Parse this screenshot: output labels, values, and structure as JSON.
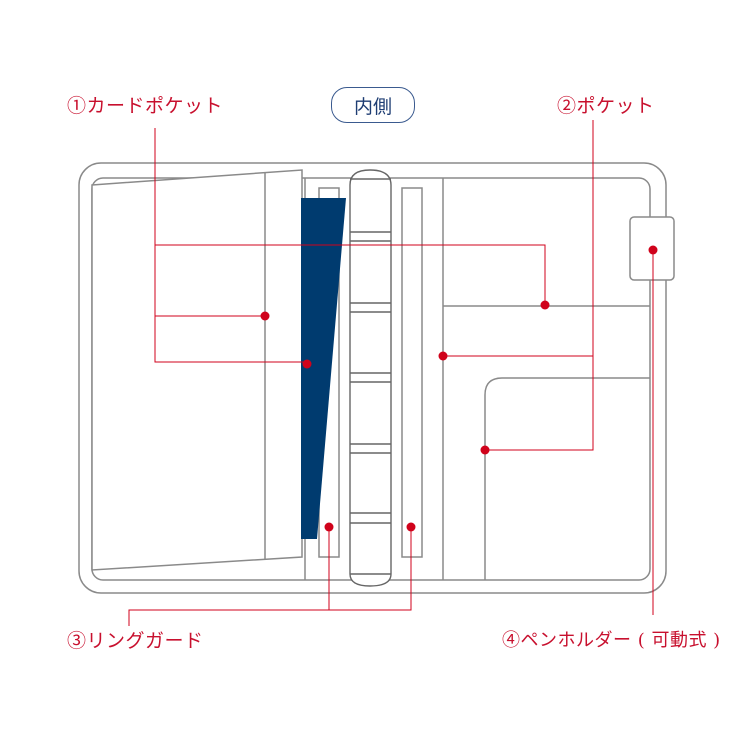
{
  "title": "内側",
  "labels": {
    "card_pocket": "①カードポケット",
    "pocket": "②ポケット",
    "ring_guard": "③リングガード",
    "pen_holder": "④ペンホルダー ( 可動式 )"
  },
  "colors": {
    "accent": "#d0021b",
    "navy": "#003b6f",
    "outline": "#888888",
    "label": "#c8102e"
  }
}
